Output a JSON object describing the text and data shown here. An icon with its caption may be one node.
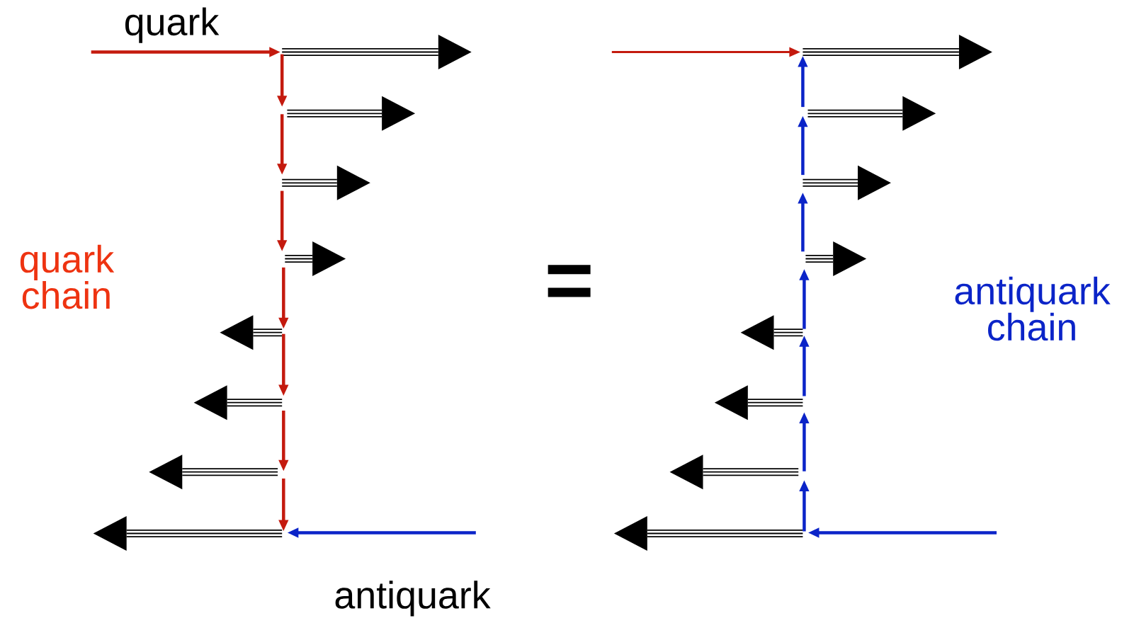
{
  "diagram": {
    "labels": [
      "quark",
      "quark chain",
      "=",
      "antiquark chain",
      "antiquark"
    ]
  }
}
